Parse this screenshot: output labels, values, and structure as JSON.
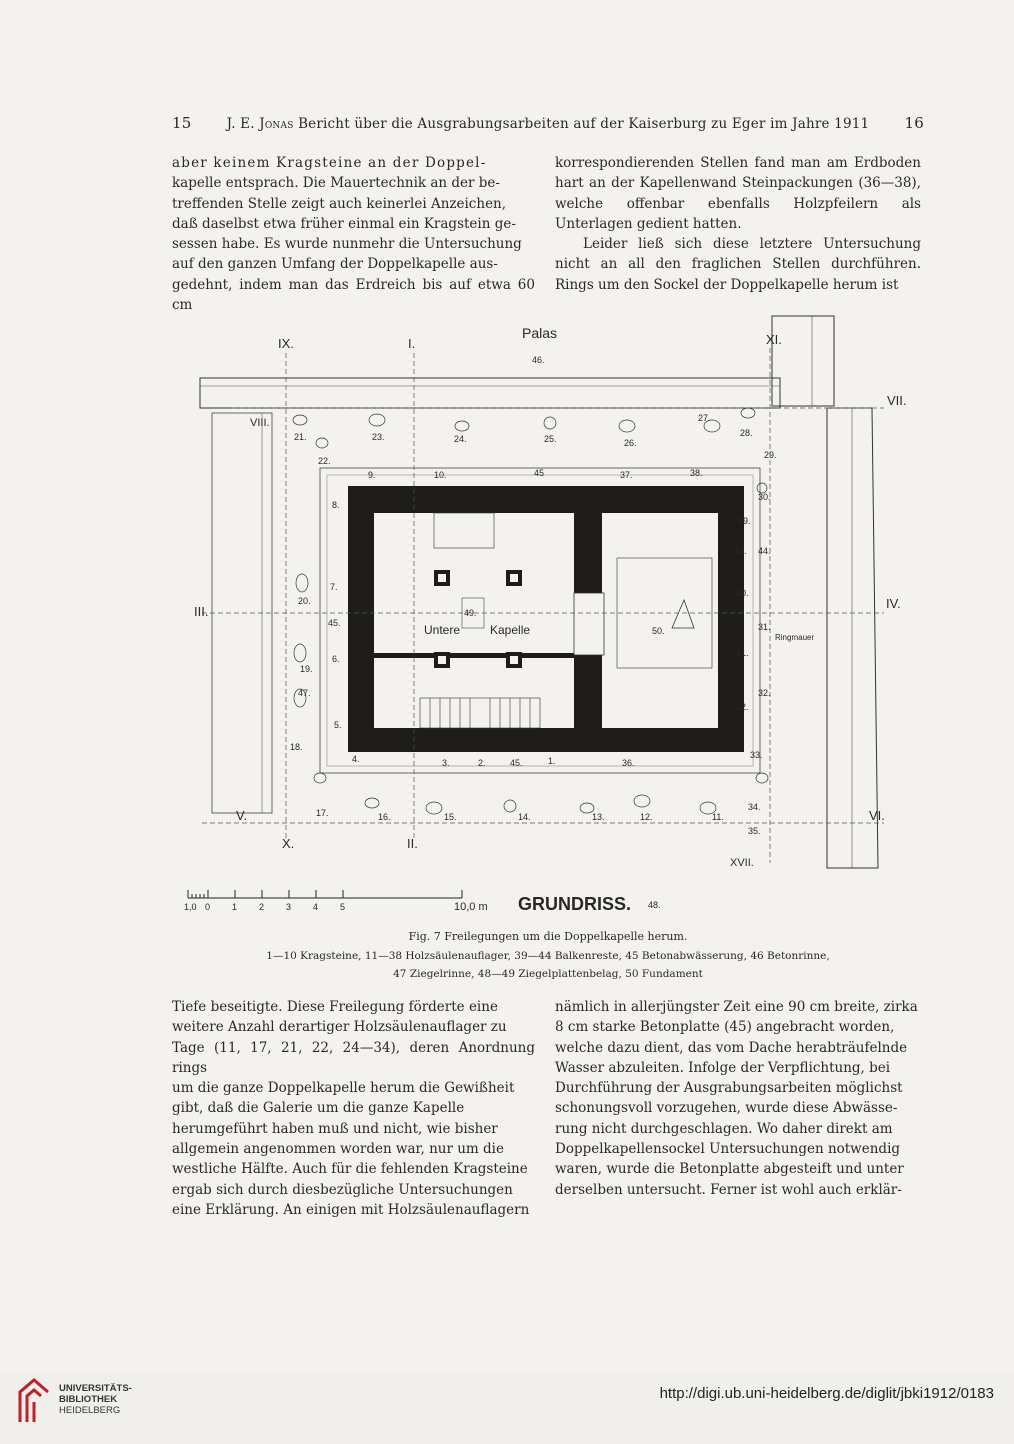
{
  "header": {
    "page_left": "15",
    "page_right": "16",
    "author": "J. E. Jonas",
    "running_title": "Bericht über die Ausgrabungsarbeiten auf der Kaiserburg zu Eger im Jahre 1911"
  },
  "text_top": {
    "col1_lines": [
      "aber keinem Kragsteine an der Doppel-",
      "kapelle entsprach. Die Mauertechnik an der be-",
      "treffenden Stelle zeigt auch keinerlei Anzeichen,",
      "daß daselbst etwa früher einmal ein Kragstein ge-",
      "sessen habe. Es wurde nunmehr die Untersuchung",
      "auf den ganzen Umfang der Doppelkapelle aus-",
      "gedehnt, indem man das Erdreich bis auf etwa 60 cm"
    ],
    "col2_p1": "korrespondierenden Stellen fand man am Erdboden hart an der Kapellenwand Steinpackungen (36—38), welche offenbar ebenfalls Holzpfeilern als Unterlagen gedient hatten.",
    "col2_p2": "Leider ließ sich diese letztere Untersuchung nicht an all den fraglichen Stellen durchführen. Rings um den Sockel der Doppelkapelle herum ist"
  },
  "figure": {
    "label_top": "Palas",
    "label_room_left": "Untere",
    "label_room_right": "Kapelle",
    "label_wall": "Ringmauer",
    "title": "GRUNDRISS.",
    "scale_start": "1,0",
    "scale_ticks": [
      "0",
      "1",
      "2",
      "3",
      "4",
      "5"
    ],
    "scale_end": "10,0 m",
    "section_labels": [
      "IX.",
      "I.",
      "XI.",
      "VII.",
      "VIII.",
      "III.",
      "IV.",
      "V.",
      "VI.",
      "X.",
      "II.",
      "XVII."
    ],
    "numbers": [
      "46.",
      "21.",
      "23.",
      "24.",
      "25.",
      "26.",
      "27.",
      "28.",
      "29.",
      "22.",
      "9.",
      "10.",
      "45",
      "37.",
      "38.",
      "8.",
      "30.",
      "39.",
      "43.",
      "44.",
      "7.",
      "20.",
      "40.",
      "45.",
      "49.",
      "50.",
      "31.",
      "6.",
      "41.",
      "19.",
      "47.",
      "32.",
      "42.",
      "5.",
      "18.",
      "4.",
      "3.",
      "2.",
      "45.",
      "1.",
      "36.",
      "33.",
      "17.",
      "16.",
      "15.",
      "14.",
      "13.",
      "12.",
      "11.",
      "34.",
      "35.",
      "48."
    ]
  },
  "caption": {
    "fig": "Fig. 7   Freilegungen um die Doppelkapelle herum.",
    "legend_1": "1—10 Kragsteine, 11—38 Holzsäulenauflager, 39—44 Balkenreste, 45 Betonabwässerung, 46 Betonrinne,",
    "legend_2": "47 Ziegelrinne, 48—49 Ziegelplattenbelag, 50 Fundament"
  },
  "text_bottom": {
    "col1_lines": [
      "Tiefe beseitigte. Diese Freilegung förderte eine",
      "weitere Anzahl derartiger Holzsäulenauflager zu",
      "Tage (11, 17, 21, 22, 24—34), deren Anordnung rings",
      "um die ganze Doppelkapelle herum die Gewißheit",
      "gibt, daß die Galerie um die ganze Kapelle",
      "herumgeführt haben muß und nicht, wie bisher",
      "allgemein angenommen worden war, nur um die",
      "westliche Hälfte. Auch für die fehlenden Kragsteine",
      "ergab sich durch diesbezügliche Untersuchungen",
      "eine Erklärung. An einigen mit Holzsäulenauflagern"
    ],
    "col2_lines": [
      "nämlich in allerjüngster Zeit eine 90 cm breite, zirka",
      "8 cm starke Betonplatte (45) angebracht worden,",
      "welche dazu dient, das vom Dache herabträufelnde",
      "Wasser abzuleiten. Infolge der Verpflichtung, bei",
      "Durchführung der Ausgrabungsarbeiten möglichst",
      "schonungsvoll vorzugehen, wurde diese Abwässe-",
      "rung nicht durchgeschlagen. Wo daher direkt am",
      "Doppelkapellensockel Untersuchungen notwendig",
      "waren, wurde die Betonplatte abgesteift und unter",
      "derselben untersucht. Ferner ist wohl auch erklär-"
    ]
  },
  "footer": {
    "institution_1": "UNIVERSITÄTS-",
    "institution_2": "BIBLIOTHEK",
    "institution_3": "HEIDELBERG",
    "url": "http://digi.ub.uni-heidelberg.de/diglit/jbki1912/0183"
  }
}
